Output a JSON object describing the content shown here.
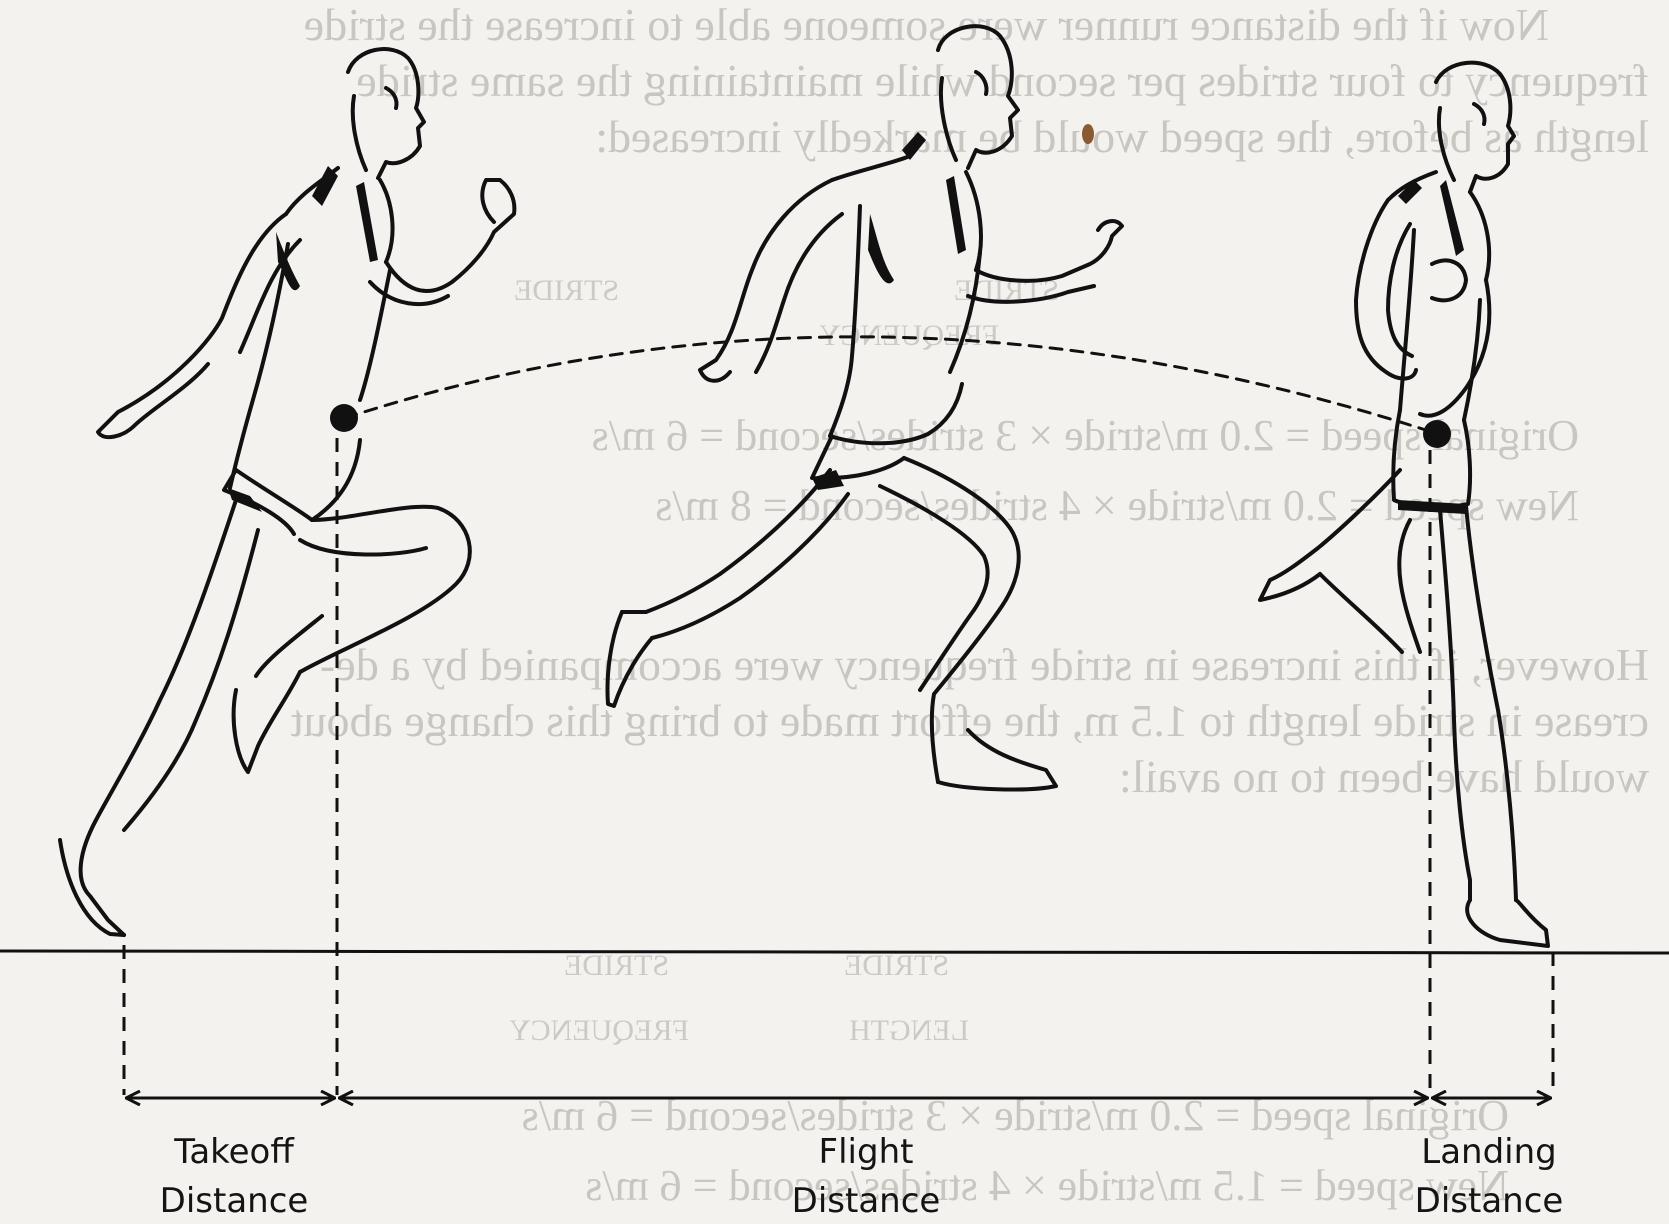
{
  "bleed_text": {
    "line1": "Now if the distance runner were someone able to increase the stride",
    "line2": "frequency to four strides per second while maintaining the same stride",
    "line3": "length as before, the speed would be markedly increased:",
    "col1": "STRIDE",
    "col2": "STRIDE",
    "col2b": "FREQUENCY",
    "eq1": "Original speed = 2.0 m/stride × 3 strides/second = 6 m/s",
    "eq2": "New speed = 2.0 m/stride × 4 strides/second = 8 m/s",
    "para1": "However, if this increase in stride frequency were accompanied by a de-",
    "para2": "crease in stride length to 1.5 m, the effort made to bring this change about",
    "para3": "would have been to no avail:",
    "col3": "STRIDE",
    "col3b": "LENGTH",
    "col4": "STRIDE",
    "col4b": "FREQUENCY",
    "eq3": "Original speed = 2.0 m/stride × 3 strides/second = 6 m/s",
    "eq4": "New speed = 1.5 m/stride × 4 strides/second = 6 m/s"
  },
  "labels": {
    "takeoff_line1": "Takeoff",
    "takeoff_line2": "Distance",
    "flight_line1": "Flight",
    "flight_line2": "Distance",
    "landing_line1": "Landing",
    "landing_line2": "Distance"
  },
  "icons": {
    "runner_takeoff": "runner-takeoff-icon",
    "runner_flight": "runner-flight-icon",
    "runner_landing": "runner-landing-icon"
  }
}
